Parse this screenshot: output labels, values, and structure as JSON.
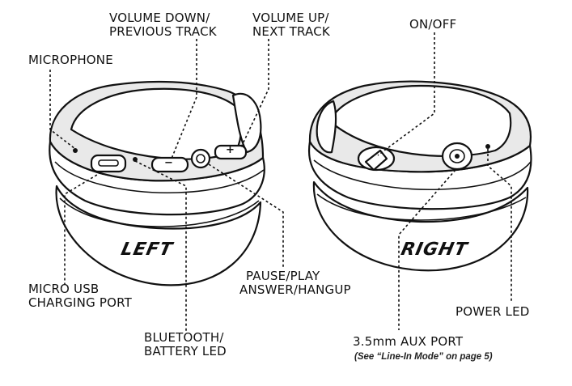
{
  "labels": {
    "volume_down": [
      "VOLUME DOWN/",
      "PREVIOUS TRACK"
    ],
    "volume_up": [
      "VOLUME UP/",
      "NEXT TRACK"
    ],
    "on_off": "ON/OFF",
    "microphone": "MICROPHONE",
    "micro_usb": [
      "MICRO USB",
      "CHARGING PORT"
    ],
    "pause_play": [
      "PAUSE/PLAY",
      "ANSWER/HANGUP"
    ],
    "bluetooth_led": [
      "BLUETOOTH/",
      "BATTERY LED"
    ],
    "power_led": "POWER LED",
    "aux_port": "3.5mm AUX PORT",
    "aux_note": "(See “Line-In Mode” on page 5)"
  },
  "earcups": {
    "left": "LEFT",
    "right": "RIGHT"
  },
  "button_symbols": {
    "minus": "−",
    "plus": "+"
  }
}
